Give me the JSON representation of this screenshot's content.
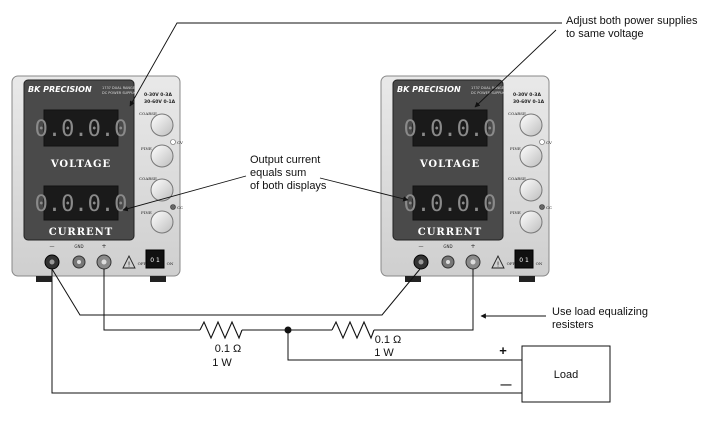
{
  "supplies": [
    {
      "brand": "BK PRECISION",
      "model_line1": "1737 DUAL RANGE",
      "model_line2": "DC POWER SUPPLY",
      "range1": "0-30V   0-3A",
      "range2": "30-60V   0-1A",
      "voltage_display": "0.0.0.0",
      "current_display": "0.0.0.0",
      "voltage_label": "VOLTAGE",
      "current_label": "CURRENT",
      "coarse_label": "COARSE",
      "fine_label": "FINE",
      "cv_label": "CV",
      "cc_label": "CC",
      "gnd_label": "GND",
      "minus_label": "—",
      "plus_label": "+",
      "off_label": "OFF",
      "on_label": "ON"
    },
    {
      "brand": "BK PRECISION",
      "model_line1": "1737 DUAL RANGE",
      "model_line2": "DC POWER SUPPLY",
      "range1": "0-30V   0-3A",
      "range2": "30-60V   0-1A",
      "voltage_display": "0.0.0.0",
      "current_display": "0.0.0.0",
      "voltage_label": "VOLTAGE",
      "current_label": "CURRENT",
      "coarse_label": "COARSE",
      "fine_label": "FINE",
      "cv_label": "CV",
      "cc_label": "CC",
      "gnd_label": "GND",
      "minus_label": "—",
      "plus_label": "+",
      "off_label": "OFF",
      "on_label": "ON"
    }
  ],
  "annotations": {
    "adjust": "Adjust both power supplies\nto same voltage",
    "output": "Output current\nequals sum\nof both displays",
    "load_resistors": "Use load equalizing\nresisters"
  },
  "resistors": [
    {
      "value": "0.1 Ω",
      "power": "1 W"
    },
    {
      "value": "0.1 Ω",
      "power": "1 W"
    }
  ],
  "load": {
    "label": "Load",
    "plus": "+",
    "minus": "—"
  }
}
